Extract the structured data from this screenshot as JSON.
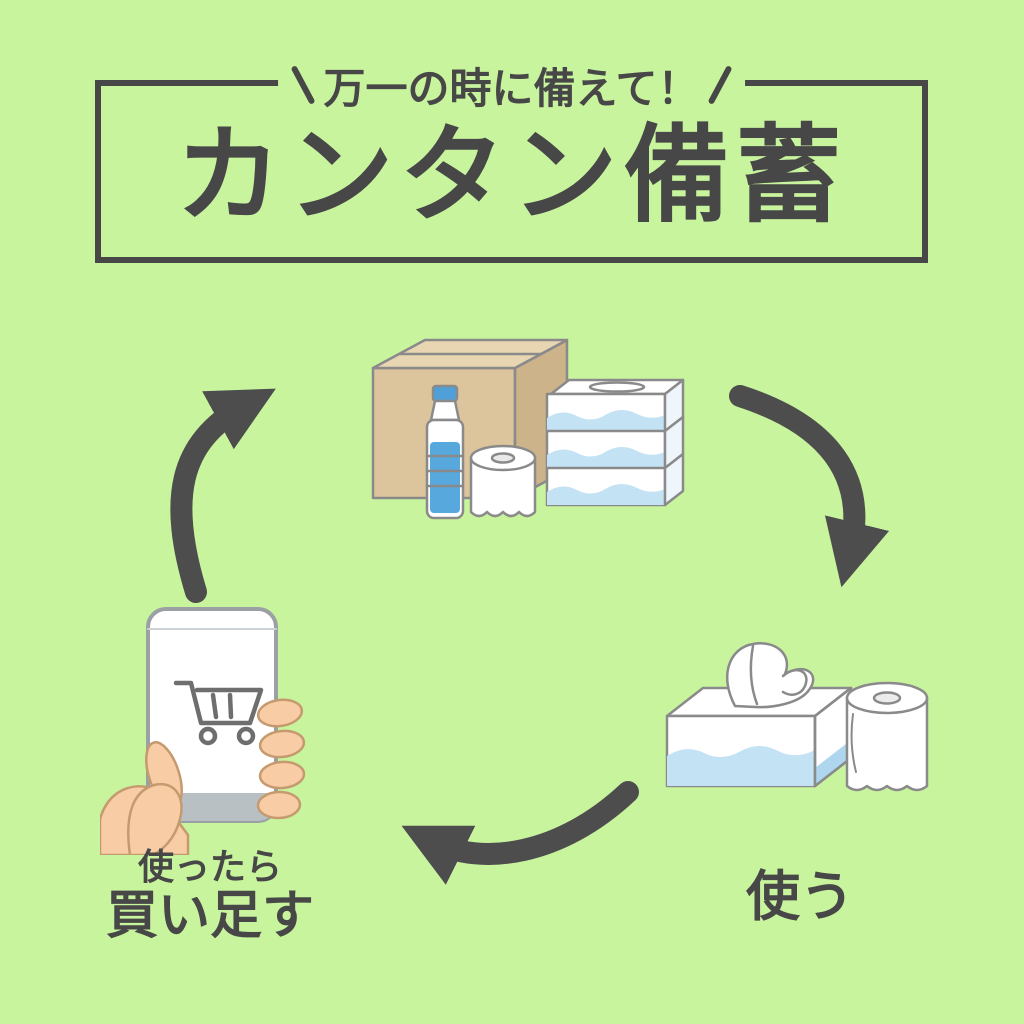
{
  "page": {
    "bg_color": "#c9f49e",
    "ink_color": "#474747",
    "arrow_color": "#4d4d4d"
  },
  "header": {
    "tagline": "万一の時に備えて！",
    "title": "カンタン備蓄"
  },
  "cycle": {
    "stock_step": {
      "icons": [
        "cardboard-box-icon",
        "water-bottle-icon",
        "toilet-paper-icon",
        "tissue-stack-icon"
      ]
    },
    "use_step": {
      "label": "使う",
      "icons": [
        "tissue-box-icon",
        "toilet-roll-icon"
      ]
    },
    "restock_step": {
      "label_line1": "使ったら",
      "label_line2": "買い足す",
      "icons": [
        "hand-icon",
        "smartphone-icon",
        "shopping-cart-icon"
      ]
    }
  },
  "colors": {
    "cardboard": "#dcc49c",
    "cardboard_dark": "#cdb389",
    "water_blue": "#4fa0d8",
    "light_blue": "#c3e2f4",
    "skin": "#f8cda6",
    "phone_bezel": "#b9c0c4",
    "outline": "#8a8a8a"
  }
}
